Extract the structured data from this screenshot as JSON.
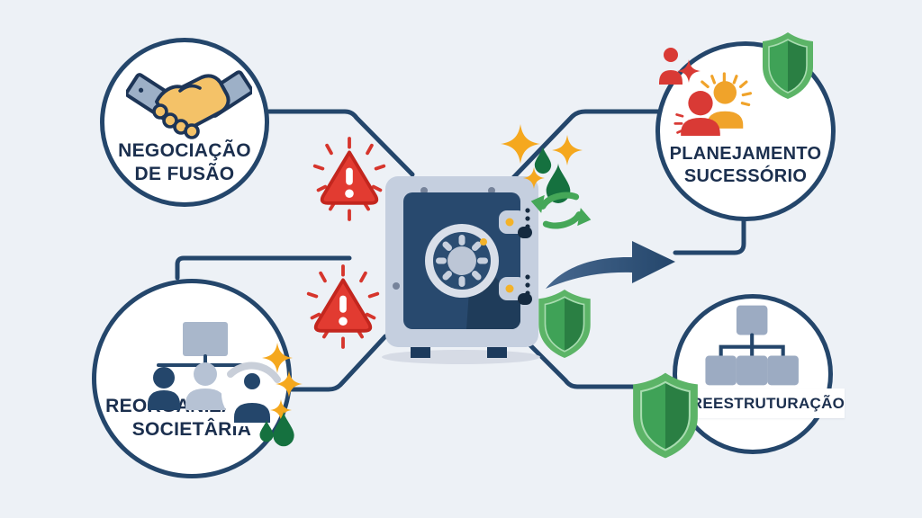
{
  "background_color": "#edf1f6",
  "nodes": {
    "merger": {
      "line1": "NEGOCIAÇÃO",
      "line2": "DE FUSÃO",
      "icon": "handshake-icon"
    },
    "succession": {
      "line1": "PLANEJAMENTO",
      "line2": "SUCESSÓRIO",
      "icon": "people-group-icon"
    },
    "reorganization": {
      "line1": "REORGANIZAÇÃO",
      "line2": "SOCIETÂRIA",
      "icon": "org-chart-people-icon"
    },
    "restructuring": {
      "label": "REESTRUTURAÇÃO",
      "icon": "org-chart-boxes-icon"
    }
  },
  "center": {
    "icon": "safe-vault-icon"
  },
  "decorations": {
    "warning": "warning-triangle-icon",
    "shield": "security-shield-icon",
    "sparkle": "sparkle-star-icon",
    "droplet": "droplet-icon",
    "recycle": "recycle-arrows-icon",
    "flow": "flow-arrow-icon",
    "extra_person": "person-badge-icon",
    "mini_person": "mini-person-icon"
  },
  "colors": {
    "navy_line": "#24466b",
    "label_text": "#1b2f4e",
    "alert_red": "#e23b31",
    "accent_yellow": "#f5a81e",
    "shield_green": "#5cb467",
    "droplet_green": "#15713f",
    "box_gray": "#9cabc2",
    "safe_body": "#c5cfdf",
    "safe_door": "#28496e"
  }
}
